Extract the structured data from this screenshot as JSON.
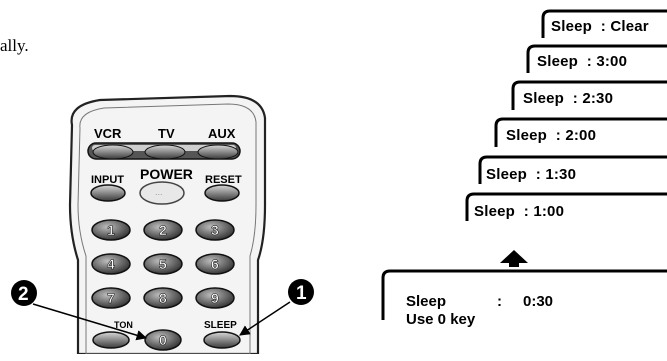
{
  "intro_fragment": "ally.",
  "remote": {
    "source_buttons": [
      "VCR",
      "TV",
      "AUX"
    ],
    "power_label": "POWER",
    "input_label": "INPUT",
    "reset_label": "RESET",
    "digits": [
      "1",
      "2",
      "3",
      "4",
      "5",
      "6",
      "7",
      "8",
      "9"
    ],
    "zero": "0",
    "option_label_partial": "TON",
    "sleep_label": "SLEEP",
    "power_dots": "..."
  },
  "callouts": {
    "left": "2",
    "right": "1"
  },
  "sleep_steps": [
    "Sleep  : Clear",
    "Sleep  : 3:00",
    "Sleep  : 2:30",
    "Sleep  : 2:00",
    "Sleep  : 1:30",
    "Sleep  : 1:00"
  ],
  "display": {
    "line1_label": "Sleep",
    "line1_sep": ":",
    "line1_value": "0:30",
    "line2": "Use 0 key"
  }
}
